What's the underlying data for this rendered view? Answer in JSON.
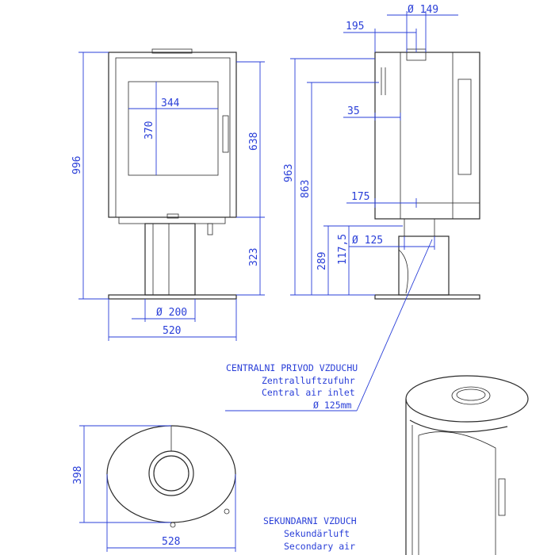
{
  "header": {
    "partial_title": ""
  },
  "front_view": {
    "height_total": "996",
    "height_upper": "638",
    "height_base": "323",
    "window_width": "344",
    "window_height": "370",
    "pipe_diameter": "Ø 200",
    "base_width": "520"
  },
  "side_view": {
    "top_flue_diameter": "Ø 149",
    "flue_offset": "195",
    "wall_offset_35": "35",
    "rear_inlet_offset": "175",
    "height_963": "963",
    "height_863": "863",
    "height_289": "289",
    "height_117_5": "117,5",
    "inlet_diameter": "Ø 125"
  },
  "central_air_note": {
    "line1": "CENTRALNI PRIVOD VZDUCHU",
    "line2": "Zentralluftzufuhr",
    "line3": "Central air inlet",
    "line4": "Ø 125mm"
  },
  "top_view": {
    "depth": "398",
    "width": "528"
  },
  "secondary_air_note": {
    "line1": "SEKUNDARNI VZDUCH",
    "line2": "Sekundärluft",
    "line3": "Secondary air"
  },
  "colors": {
    "dimension": "#2a3fd8",
    "outline": "#2b2b2b"
  }
}
